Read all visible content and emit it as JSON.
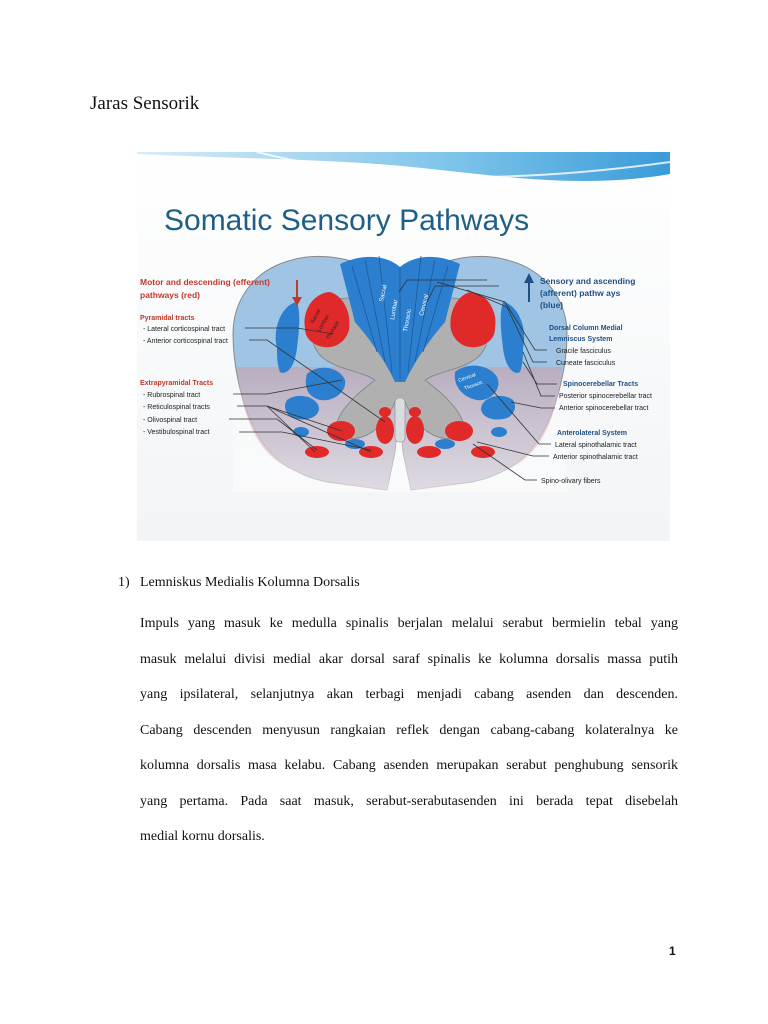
{
  "heading": "Jaras Sensorik",
  "figure": {
    "title": "Somatic Sensory Pathways",
    "left_legend": {
      "efferent_line1": "Motor and descending (efferent)",
      "efferent_line2": "pathways   (red)",
      "pyramidal": "Pyramidal tracts",
      "lateral_cs": "- Lateral corticospinal tract",
      "anterior_cs": "- Anterior corticospinal tract",
      "extrapyramidal": "Extrapyramidal Tracts",
      "rubrospinal": "- Rubrospinal tract",
      "reticulospinal": "- Reticulospinal tracts",
      "olivospinal": "- Olivospinal tract",
      "vestibulospinal": "- Vestibulospinal tract"
    },
    "right_legend": {
      "afferent_line1": "Sensory and ascending",
      "afferent_line2": "(afferent) pathw ays",
      "afferent_line3": "(blue)",
      "dcml_line1": "Dorsal Column Medial",
      "dcml_line2": "Lemniscus System",
      "gracile": "Gracile fasciculus",
      "cuneate": "Cuneate fasciculus",
      "spinocerebellar": "Spinocerebellar Tracts",
      "posterior_sc": "Posterior spinocerebellar tract",
      "anterior_sc": "Anterior spinocerebellar tract",
      "anterolateral": "Anterolateral System",
      "lateral_st": "Lateral spinothalamic tract",
      "anterior_st": "Anterior spinothalamic tract",
      "spino_olivary": "Spino-olivary fibers"
    },
    "segments": {
      "sacral": "Sacral",
      "lumbar": "Lumbar",
      "thoracic": "Thoracic",
      "cervical": "Cervical"
    },
    "colors": {
      "title": "#1f5f86",
      "red": "#e02a2a",
      "blue": "#2c7fcf",
      "grey": "#a8a8a8",
      "legend_red": "#c0392b",
      "legend_blue": "#1f4f86"
    }
  },
  "section": {
    "number": "1)",
    "title": "Lemniskus Medialis Kolumna Dorsalis",
    "lines": [
      "Impuls yang masuk ke medulla spinalis berjalan melalui serabut bermielin tebal yang",
      "masuk melalui divisi medial akar dorsal saraf spinalis ke kolumna dorsalis massa putih",
      "yang ipsilateral, selanjutnya akan terbagi menjadi cabang asenden dan descenden.",
      "Cabang descenden menyusun rangkaian reflek dengan cabang-cabang kolateralnya ke",
      "kolumna dorsalis masa kelabu. Cabang asenden merupakan serabut penghubung sensorik",
      "yang pertama. Pada saat masuk, serabut-serabutasenden ini berada tepat disebelah",
      "medial kornu dorsalis."
    ]
  },
  "page_number": "1"
}
